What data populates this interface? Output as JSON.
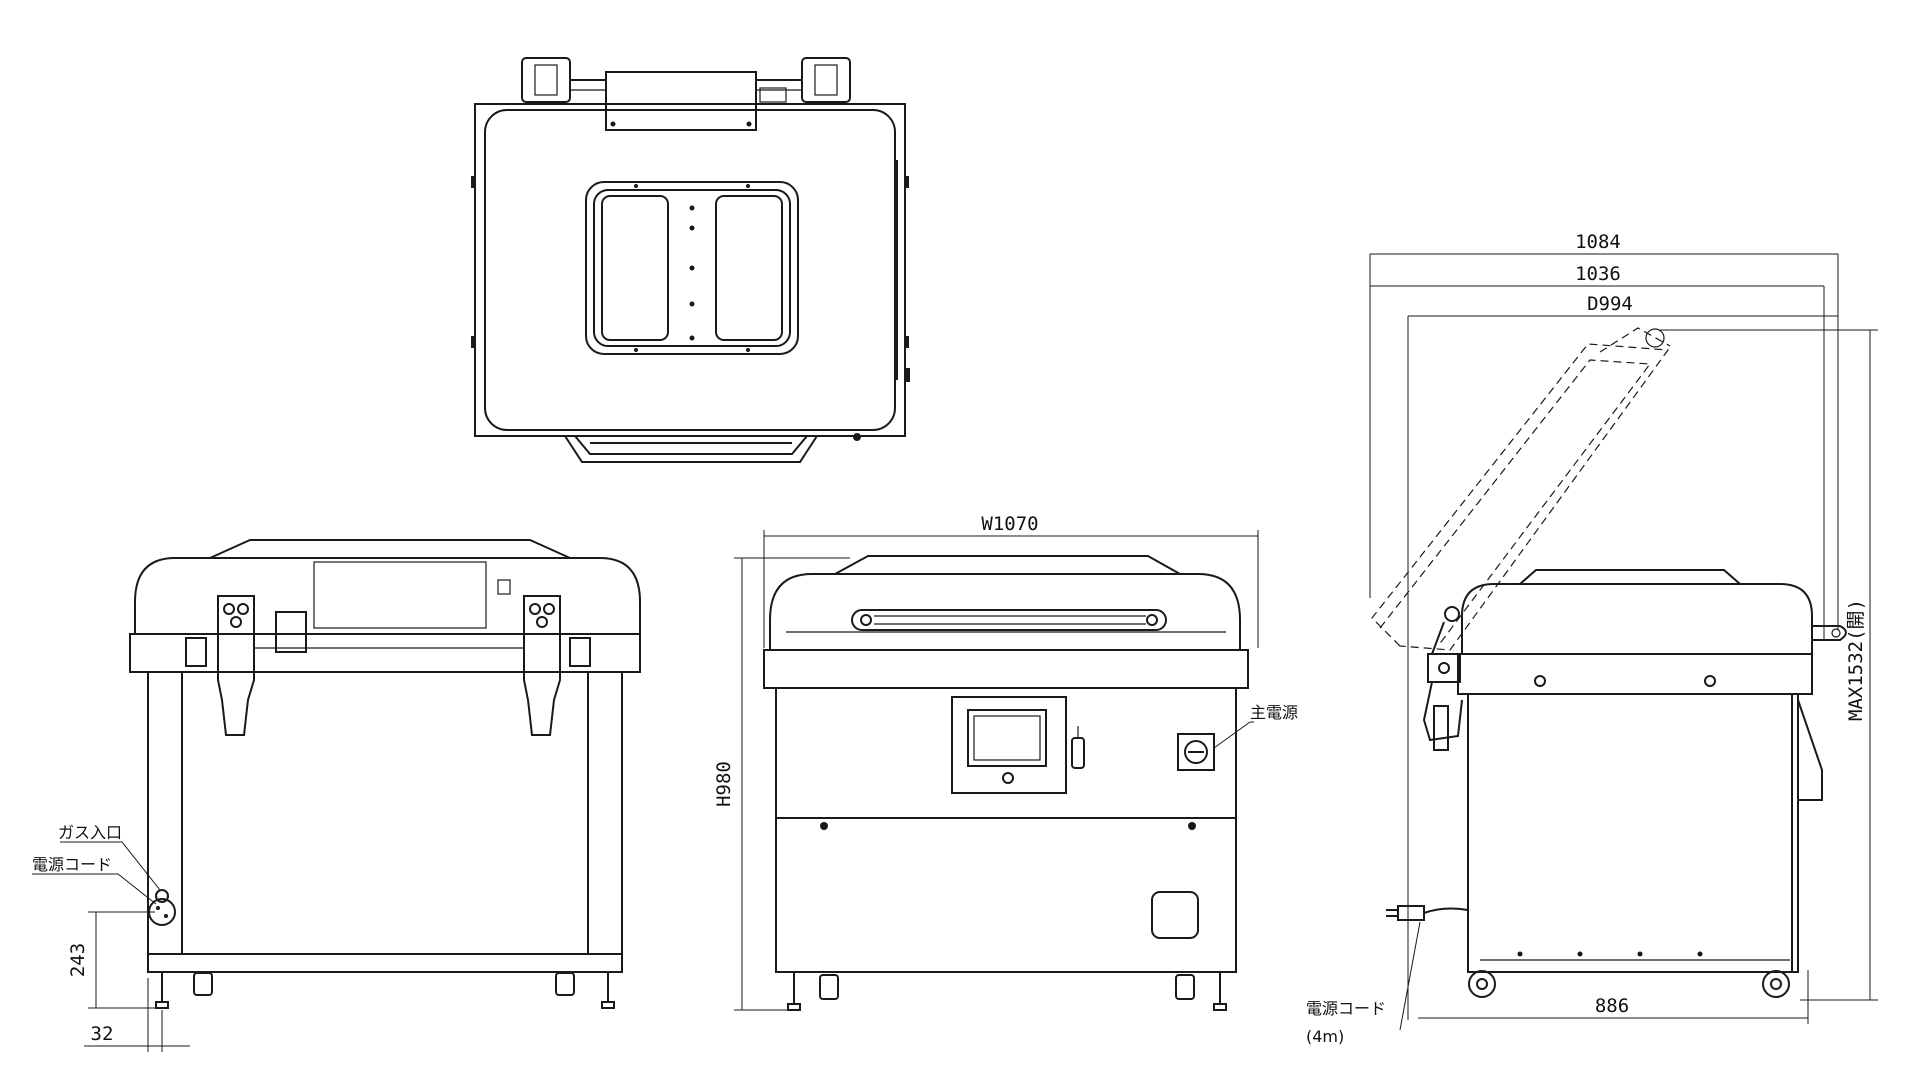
{
  "dimensions": {
    "side_total_length": "1084",
    "side_body_length": "1036",
    "depth": "D994",
    "width": "W1070",
    "height": "H980",
    "max_open_height": "MAX1532(開)",
    "base_length": "886",
    "inlet_height": "243",
    "inlet_offset": "32"
  },
  "labels": {
    "gas_inlet": "ガス入口",
    "power_cord": "電源コード",
    "main_power": "主電源",
    "power_cord_side": "電源コード",
    "power_cord_length": "(4m)"
  }
}
